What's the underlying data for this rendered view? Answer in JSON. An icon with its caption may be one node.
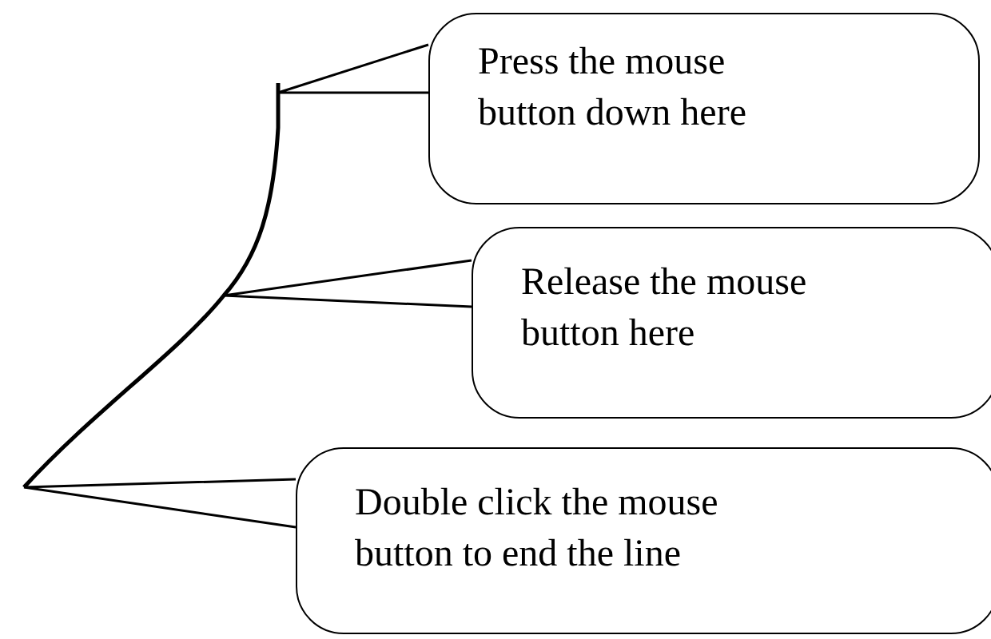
{
  "diagram": {
    "nodes": [
      {
        "text": [
          "Press the mouse button down here"
        ]
      },
      {
        "text": [
          "Release the mouse button here"
        ]
      },
      {
        "text": [
          "Double click the mouse button to end the line"
        ]
      }
    ],
    "edges": [
      {
        "from": 0,
        "to": null,
        "arrow": "none"
      },
      {
        "from": 1,
        "to": null,
        "arrow": "none"
      },
      {
        "from": 2,
        "to": null,
        "arrow": "none"
      }
    ]
  }
}
